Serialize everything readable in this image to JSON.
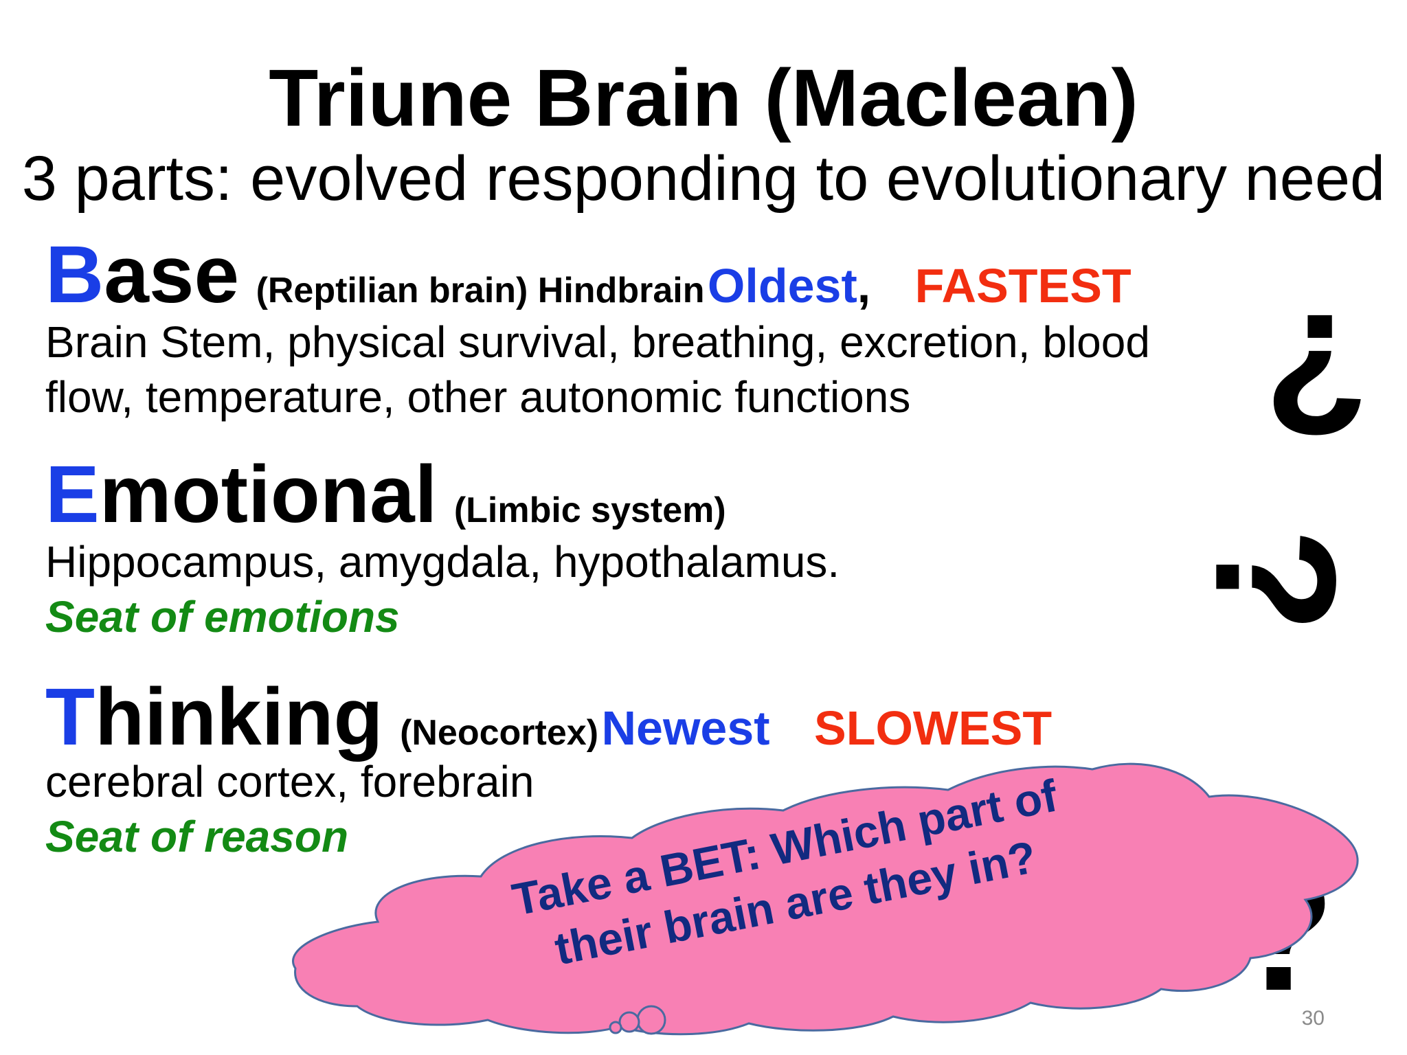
{
  "title": "Triune Brain (Maclean)",
  "subtitle": "3 parts: evolved responding to evolutionary need",
  "base": {
    "initial": "B",
    "rest": "ase",
    "paren": "(Reptilian brain) Hindbrain",
    "age": "Oldest",
    "comma": ",",
    "speed": "FASTEST",
    "line1": "Brain Stem, physical survival, breathing, excretion, blood",
    "line2": "flow, temperature, other autonomic functions"
  },
  "emotional": {
    "initial": "E",
    "rest": "motional",
    "paren": "(Limbic system)",
    "line1": "Hippocampus, amygdala, hypothalamus.",
    "seat": "Seat of emotions"
  },
  "thinking": {
    "initial": "T",
    "rest": "hinking",
    "paren": "(Neocortex)",
    "age": "Newest",
    "speed": "SLOWEST",
    "line1": "cerebral cortex, forebrain",
    "seat": "Seat of reason"
  },
  "cloud": {
    "line1": "Take a BET: Which part of",
    "line2": "their brain are they in?"
  },
  "question_marks": {
    "inverted": "¿",
    "rotated": "?",
    "normal": "?"
  },
  "page_number": "30",
  "colors": {
    "accent_blue": "#1a3ee6",
    "accent_red": "#f22e10",
    "accent_green": "#138a14",
    "cloud_fill": "#f880b4",
    "cloud_text": "#122a80"
  },
  "icons": {
    "cloud": "thought-bubble-icon"
  }
}
